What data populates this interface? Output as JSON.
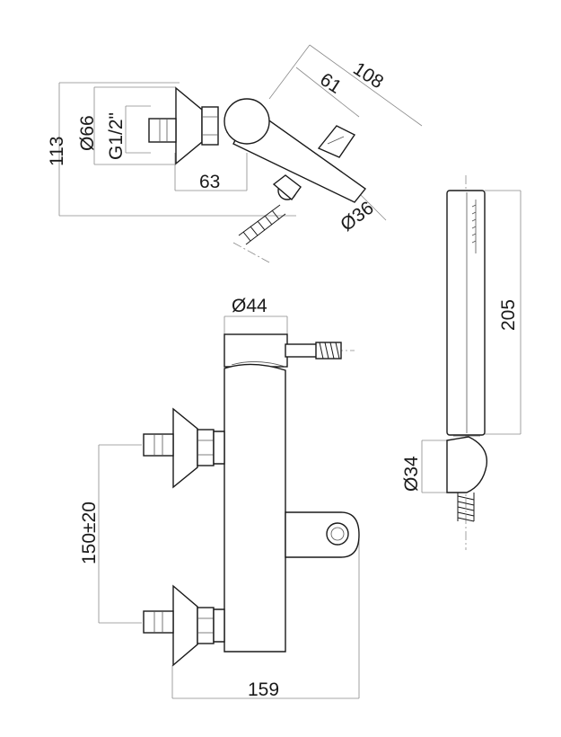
{
  "dimensions": {
    "top_view": {
      "d108": "108",
      "d61": "61",
      "d113": "113",
      "d66": "Ø66",
      "thread": "G1/2\"",
      "d63": "63",
      "d36": "Ø36"
    },
    "front_view": {
      "d44": "Ø44",
      "centers": "150±20",
      "width": "159"
    },
    "hand_shower": {
      "length": "205",
      "holder": "Ø34"
    }
  }
}
